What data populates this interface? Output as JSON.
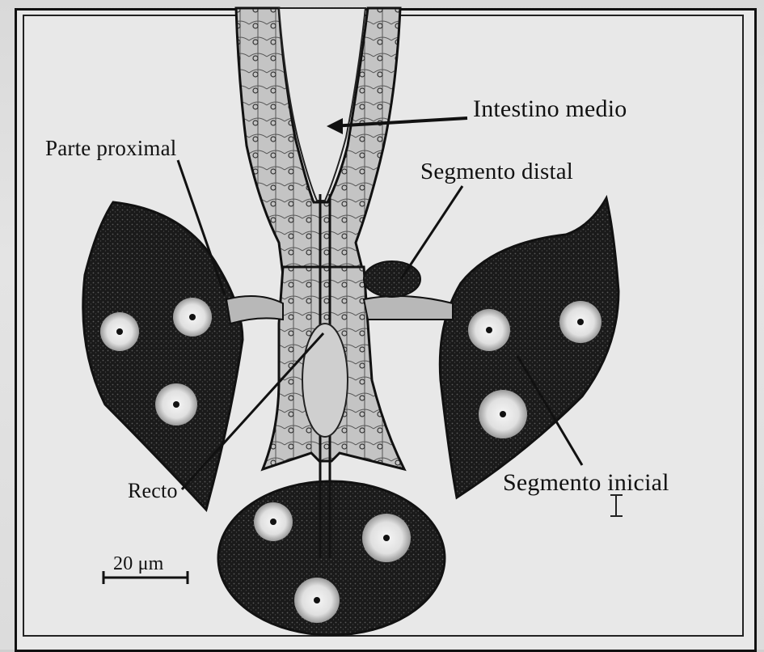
{
  "labels": {
    "intestino_medio": "Intestino medio",
    "parte_proximal": "Parte proximal",
    "segmento_distal": "Segmento distal",
    "recto": "Recto",
    "segmento_inicial": "Segmento inicial",
    "scale_bar": "20 μm"
  },
  "colors": {
    "ink": "#111111",
    "paper": "#e8e8e8",
    "tissue_light": "#bdbdbd",
    "nucleus_halo": "#f2f2f2"
  }
}
